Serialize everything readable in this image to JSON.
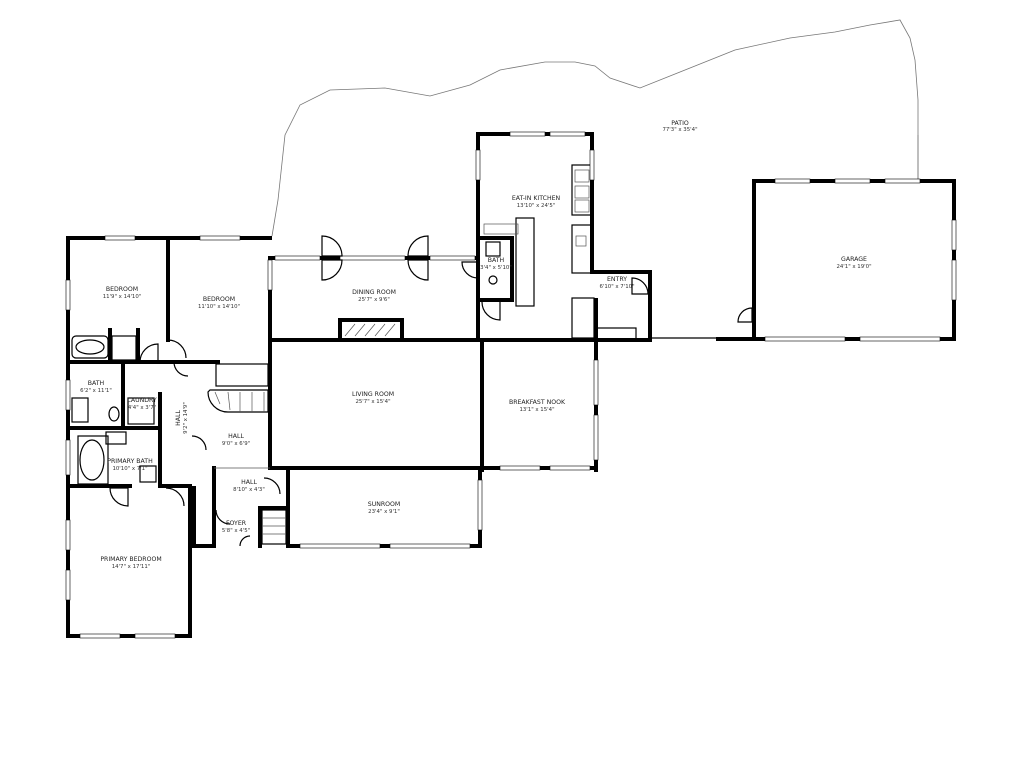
{
  "rooms": [
    {
      "name": "PATIO",
      "dims": "77'3\" x 35'4\""
    },
    {
      "name": "EAT-IN KITCHEN",
      "dims": "13'10\" x 24'5\""
    },
    {
      "name": "GARAGE",
      "dims": "24'1\" x 19'0\""
    },
    {
      "name": "BEDROOM",
      "dims": "11'9\" x 14'10\""
    },
    {
      "name": "BEDROOM",
      "dims": "11'10\" x 14'10\""
    },
    {
      "name": "DINING ROOM",
      "dims": "25'7\" x 9'6\""
    },
    {
      "name": "BATH",
      "dims": "3'4\" x 5'10\""
    },
    {
      "name": "ENTRY",
      "dims": "6'10\" x 7'10\""
    },
    {
      "name": "BATH",
      "dims": "6'2\" x 11'1\""
    },
    {
      "name": "LAUNDRY",
      "dims": "4'4\" x 3'7\""
    },
    {
      "name": "HALL",
      "dims": "9'2\" x 14'9\""
    },
    {
      "name": "LIVING ROOM",
      "dims": "25'7\" x 15'4\""
    },
    {
      "name": "BREAKFAST NOOK",
      "dims": "13'1\" x 15'4\""
    },
    {
      "name": "HALL",
      "dims": "9'0\" x 6'9\""
    },
    {
      "name": "PRIMARY BATH",
      "dims": "10'10\" x 7'1\""
    },
    {
      "name": "HALL",
      "dims": "8'10\" x 4'3\""
    },
    {
      "name": "SUNROOM",
      "dims": "23'4\" x 9'1\""
    },
    {
      "name": "FOYER",
      "dims": "5'8\" x 4'5\""
    },
    {
      "name": "PRIMARY BEDROOM",
      "dims": "14'7\" x 17'11\""
    }
  ]
}
